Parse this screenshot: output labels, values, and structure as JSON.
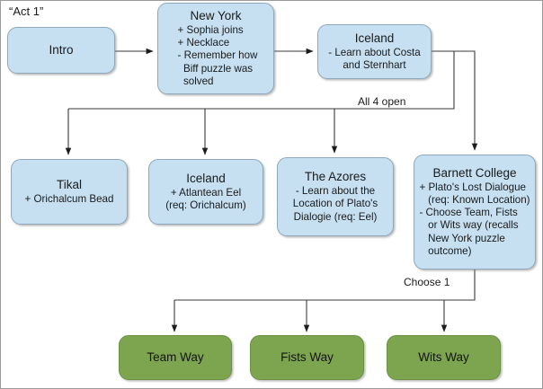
{
  "diagram": {
    "caption": "“Act 1”",
    "colors": {
      "node_blue_fill": "#c6e0f2",
      "node_blue_border": "#8fa9bb",
      "node_green_fill": "#7da44e",
      "node_green_border": "#6d9142",
      "connector": "#3a3a3a",
      "frame": "#9b9b9b",
      "background": "#ffffff"
    },
    "nodes": [
      {
        "id": "intro",
        "title": "Intro",
        "lines": [],
        "color": "blue"
      },
      {
        "id": "new-york",
        "title": "New York",
        "lines": [
          "+ Sophia joins",
          "+ Necklace",
          "- Remember how",
          "  Biff puzzle was",
          "  solved"
        ],
        "color": "blue"
      },
      {
        "id": "iceland-top",
        "title": "Iceland",
        "lines": [
          "- Learn about Costa",
          "and Sternhart"
        ],
        "color": "blue"
      },
      {
        "id": "tikal",
        "title": "Tikal",
        "lines": [
          "+ Orichalcum Bead"
        ],
        "color": "blue"
      },
      {
        "id": "iceland-second",
        "title": "Iceland",
        "lines": [
          "+ Atlantean Eel",
          "(req: Orichalcum)"
        ],
        "color": "blue"
      },
      {
        "id": "the-azores",
        "title": "The Azores",
        "lines": [
          "- Learn about the",
          "Location of Plato's",
          "Dialogie (req: Eel)"
        ],
        "color": "blue"
      },
      {
        "id": "barnett-college",
        "title": "Barnett College",
        "lines": [
          "+ Plato's Lost Dialogue",
          "   (req: Known Location)",
          "- Choose Team, Fists",
          "   or Wits way (recalls",
          "   New York puzzle",
          "   outcome)"
        ],
        "color": "blue"
      },
      {
        "id": "team-way",
        "title": "Team Way",
        "lines": [],
        "color": "green"
      },
      {
        "id": "fists-way",
        "title": "Fists Way",
        "lines": [],
        "color": "green"
      },
      {
        "id": "wits-way",
        "title": "Wits Way",
        "lines": [],
        "color": "green"
      }
    ],
    "edge_labels": [
      {
        "id": "all-4-open",
        "text": "All 4 open"
      },
      {
        "id": "choose-1",
        "text": "Choose 1"
      }
    ]
  }
}
